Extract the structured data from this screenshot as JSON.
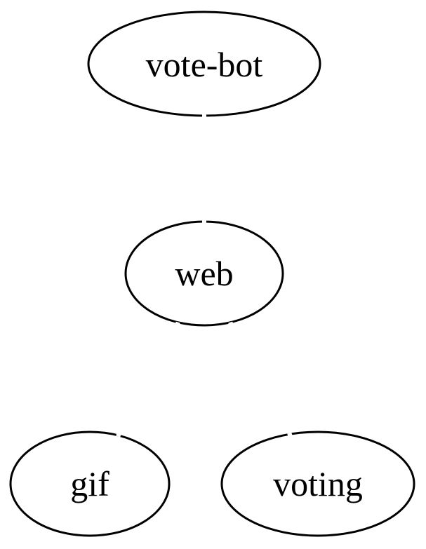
{
  "diagram": {
    "type": "graph",
    "nodes": [
      {
        "id": "vote-bot",
        "label": "vote-bot"
      },
      {
        "id": "web",
        "label": "web"
      },
      {
        "id": "gif",
        "label": "gif"
      },
      {
        "id": "voting",
        "label": "voting"
      }
    ],
    "colors": {
      "stroke": "#000000",
      "fill": "#ffffff",
      "background": "#ffffff"
    }
  }
}
